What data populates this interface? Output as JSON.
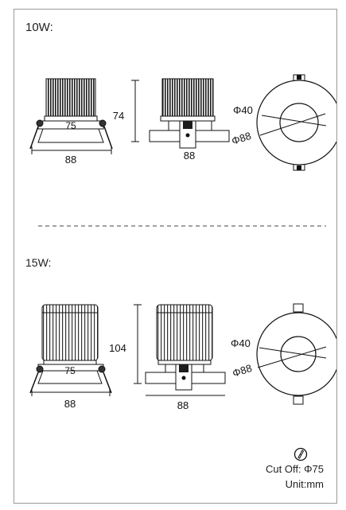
{
  "sections": [
    {
      "label": "10W:",
      "height_label": "74",
      "inner_width_label": "75",
      "width_label": "88",
      "side_width_label": "88",
      "inner_diameter_label": "Φ40",
      "outer_diameter_label": "Φ88"
    },
    {
      "label": "15W:",
      "height_label": "104",
      "inner_width_label": "75",
      "width_label": "88",
      "side_width_label": "88",
      "inner_diameter_label": "Φ40",
      "outer_diameter_label": "Φ88"
    }
  ],
  "notes": {
    "cut_off": "Cut Off: Φ75",
    "unit": "Unit:mm"
  },
  "icons": {
    "cut": "cut-out-icon"
  }
}
